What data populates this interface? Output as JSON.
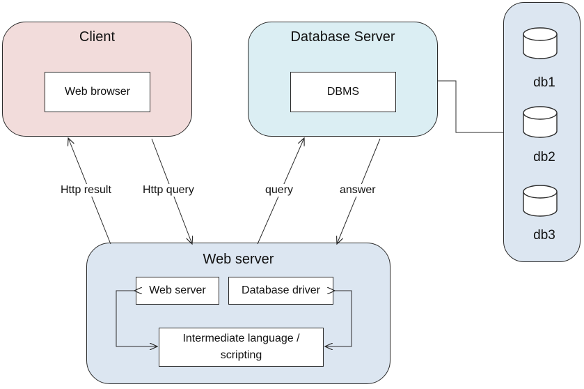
{
  "colors": {
    "client_fill": "#f2dcdb",
    "db_server_fill": "#dbeef3",
    "web_server_fill": "#dce6f1",
    "storage_fill": "#dce6f1",
    "line": "#2b2b2b"
  },
  "client": {
    "title": "Client",
    "component": "Web browser"
  },
  "database_server": {
    "title": "Database Server",
    "component": "DBMS"
  },
  "web_server": {
    "title": "Web server",
    "components": {
      "web_server": "Web server",
      "database_driver": "Database driver",
      "scripting": "Intermediate language / scripting"
    }
  },
  "storage": {
    "databases": [
      "db1",
      "db2",
      "db3"
    ]
  },
  "edges": {
    "http_result": "Http result",
    "http_query": "Http query",
    "query": "query",
    "answer": "answer"
  }
}
